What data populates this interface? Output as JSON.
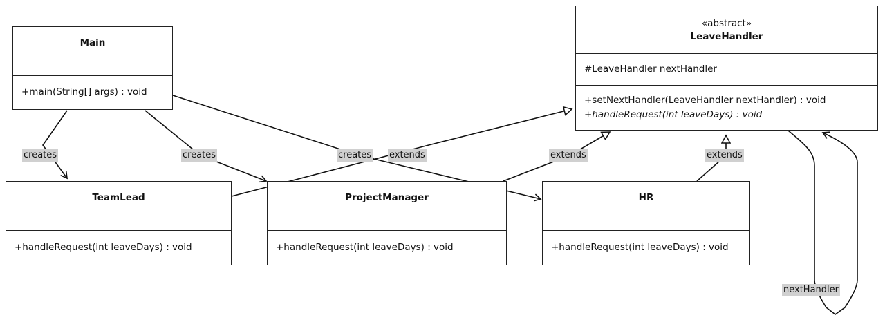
{
  "classes": {
    "main": {
      "name": "Main",
      "methods": [
        "+main(String[] args) : void"
      ]
    },
    "leave_handler": {
      "stereotype": "«abstract»",
      "name": "LeaveHandler",
      "attributes": [
        "#LeaveHandler nextHandler"
      ],
      "methods": [
        "+setNextHandler(LeaveHandler nextHandler) : void"
      ],
      "abstract_methods": [
        "+handleRequest(int leaveDays) : void"
      ]
    },
    "team_lead": {
      "name": "TeamLead",
      "methods": [
        "+handleRequest(int leaveDays) : void"
      ]
    },
    "project_manager": {
      "name": "ProjectManager",
      "methods": [
        "+handleRequest(int leaveDays) : void"
      ]
    },
    "hr": {
      "name": "HR",
      "methods": [
        "+handleRequest(int leaveDays) : void"
      ]
    }
  },
  "relations": {
    "main_teamlead": "creates",
    "main_pm": "creates",
    "main_hr": "creates",
    "teamlead_extends": "extends",
    "pm_extends": "extends",
    "hr_extends": "extends",
    "self_assoc": "nextHandler"
  }
}
